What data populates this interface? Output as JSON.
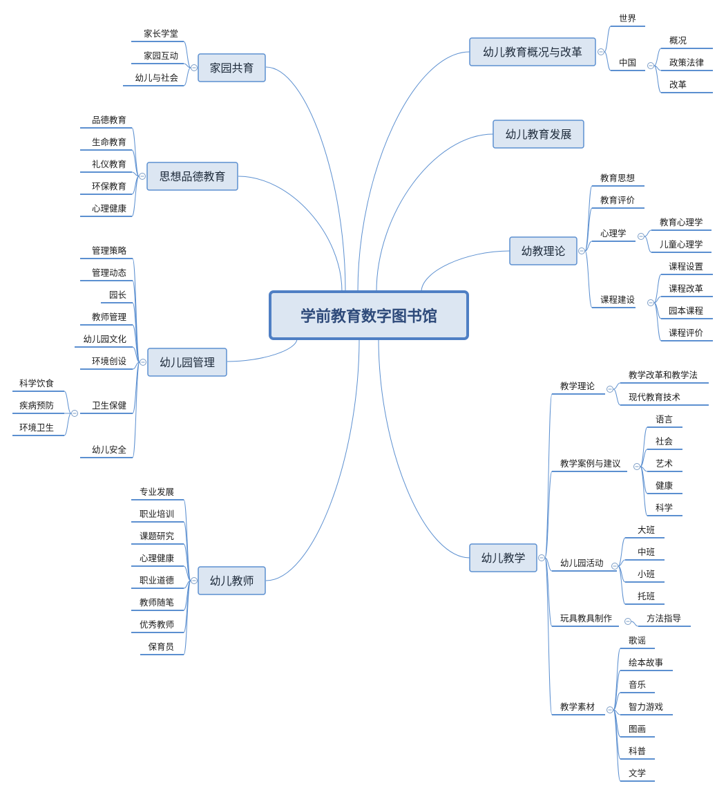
{
  "root": "学前教育数字图书馆",
  "branches": {
    "jiayuan": {
      "label": "家园共育",
      "children": [
        "家长学堂",
        "家园互动",
        "幼儿与社会"
      ]
    },
    "sixiang": {
      "label": "思想品德教育",
      "children": [
        "品德教育",
        "生命教育",
        "礼仪教育",
        "环保教育",
        "心理健康"
      ]
    },
    "yuanguanli": {
      "label": "幼儿园管理",
      "children": [
        "管理策略",
        "管理动态",
        "园长",
        "教师管理",
        "幼儿园文化",
        "环境创设",
        "卫生保健",
        "幼儿安全"
      ],
      "weisheng_children": [
        "科学饮食",
        "疾病预防",
        "环境卫生"
      ]
    },
    "jiaoshi": {
      "label": "幼儿教师",
      "children": [
        "专业发展",
        "职业培训",
        "课题研究",
        "心理健康",
        "职业道德",
        "教师随笔",
        "优秀教师",
        "保育员"
      ]
    },
    "gaikuang": {
      "label": "幼儿教育概况与改革",
      "children": [
        "世界",
        "中国"
      ],
      "zhongguo_children": [
        "概况",
        "政策法律",
        "改革"
      ]
    },
    "fazhan": {
      "label": "幼儿教育发展"
    },
    "lilun": {
      "label": "幼教理论",
      "children": [
        "教育思想",
        "教育评价",
        "心理学",
        "课程建设"
      ],
      "xinli_children": [
        "教育心理学",
        "儿童心理学"
      ],
      "kecheng_children": [
        "课程设置",
        "课程改革",
        "园本课程",
        "课程评价"
      ]
    },
    "jiaoxue": {
      "label": "幼儿教学",
      "children": [
        "教学理论",
        "教学案例与建议",
        "幼儿园活动",
        "玩具教具制作",
        "教学素材"
      ],
      "lilun_children": [
        "教学改革和教学法",
        "现代教育技术"
      ],
      "anli_children": [
        "语言",
        "社会",
        "艺术",
        "健康",
        "科学"
      ],
      "huodong_children": [
        "大班",
        "中班",
        "小班",
        "托班"
      ],
      "wanju_children": [
        "方法指导"
      ],
      "sucai_children": [
        "歌谣",
        "绘本故事",
        "音乐",
        "智力游戏",
        "图画",
        "科普",
        "文学"
      ]
    }
  },
  "colors": {
    "edge": "#5b8fd0",
    "node_fill": "#dce6f2",
    "node_border": "#5b8fd0",
    "root_fill": "#dce6f2",
    "root_border": "#4f7fc4",
    "root_text": "#2e4a7a"
  }
}
